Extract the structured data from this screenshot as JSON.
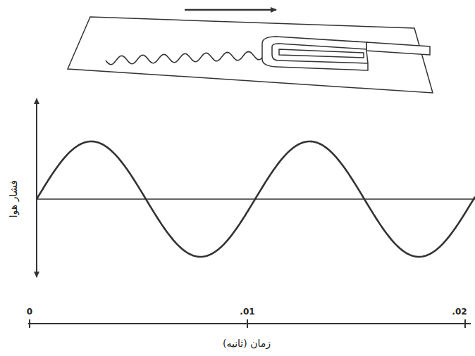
{
  "diagram": {
    "labels": [
      "فشار هوا",
      "0",
      ".01",
      ".02",
      "زمان (ثانیه)"
    ]
  }
}
